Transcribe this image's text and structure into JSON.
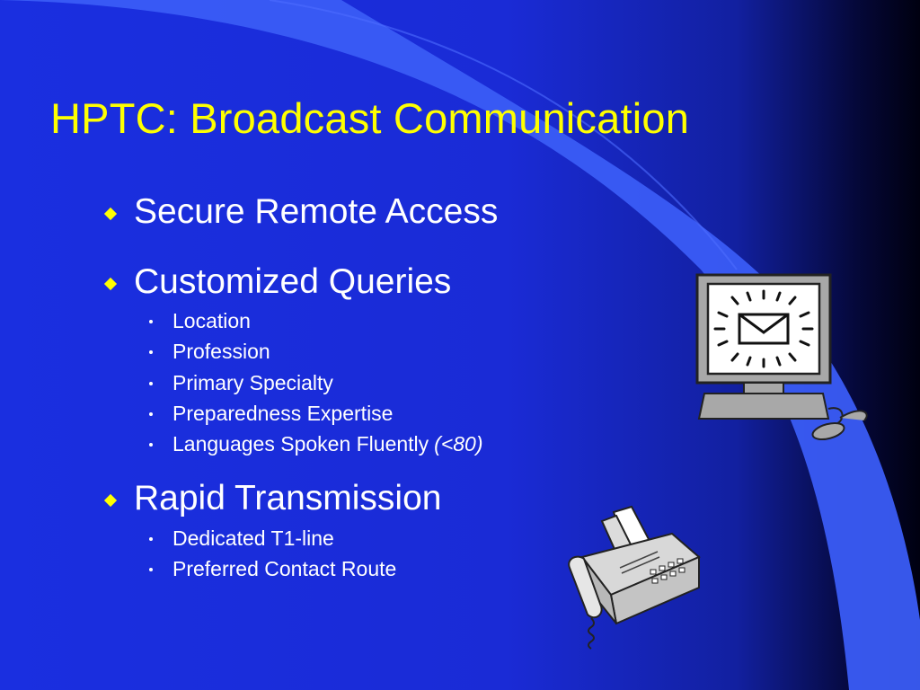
{
  "slide": {
    "title": "HPTC: Broadcast Communication",
    "bullets": [
      {
        "label": "Secure Remote Access",
        "subitems": []
      },
      {
        "label": "Customized Queries",
        "subitems": [
          {
            "text": "Location"
          },
          {
            "text": "Profession"
          },
          {
            "text": "Primary Specialty"
          },
          {
            "text": "Preparedness Expertise"
          },
          {
            "text": "Languages Spoken Fluently",
            "note": "(<80)"
          }
        ]
      },
      {
        "label": "Rapid Transmission",
        "subitems": [
          {
            "text": "Dedicated T1-line"
          },
          {
            "text": "Preferred Contact Route"
          }
        ]
      }
    ]
  },
  "colors": {
    "title": "#ffff00",
    "bullet_marker": "#ffff00",
    "text": "#ffffff",
    "background": "#1a2bd6"
  },
  "icons": [
    "computer-email-icon",
    "fax-machine-icon"
  ]
}
